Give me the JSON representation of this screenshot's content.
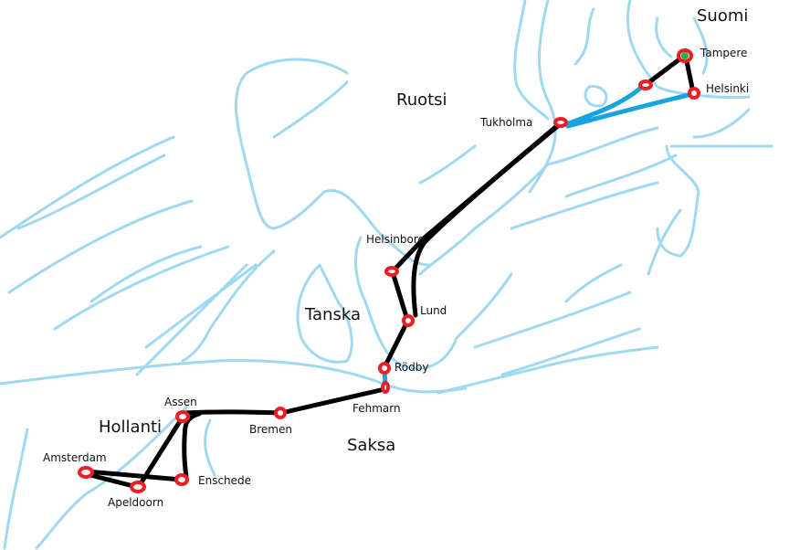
{
  "countries": {
    "finland": "Suomi",
    "sweden": "Ruotsi",
    "denmark": "Tanska",
    "netherlands": "Hollanti",
    "germany": "Saksa"
  },
  "stations": {
    "tampere": "Tampere",
    "helsinki": "Helsinki",
    "tukholma": "Tukholma",
    "helsinborg": "Helsinborg",
    "lund": "Lund",
    "rodby": "Rödby",
    "fehmarn": "Fehmarn",
    "bremen": "Bremen",
    "assen": "Assen",
    "enschede": "Enschede",
    "apeldoorn": "Apeldoorn",
    "amsterdam": "Amsterdam"
  },
  "colors": {
    "rail": "#000000",
    "ferry": "#17a3e0",
    "station": "#ee1c24",
    "origin": "#22b14c",
    "coast": "#9fd8f0"
  }
}
